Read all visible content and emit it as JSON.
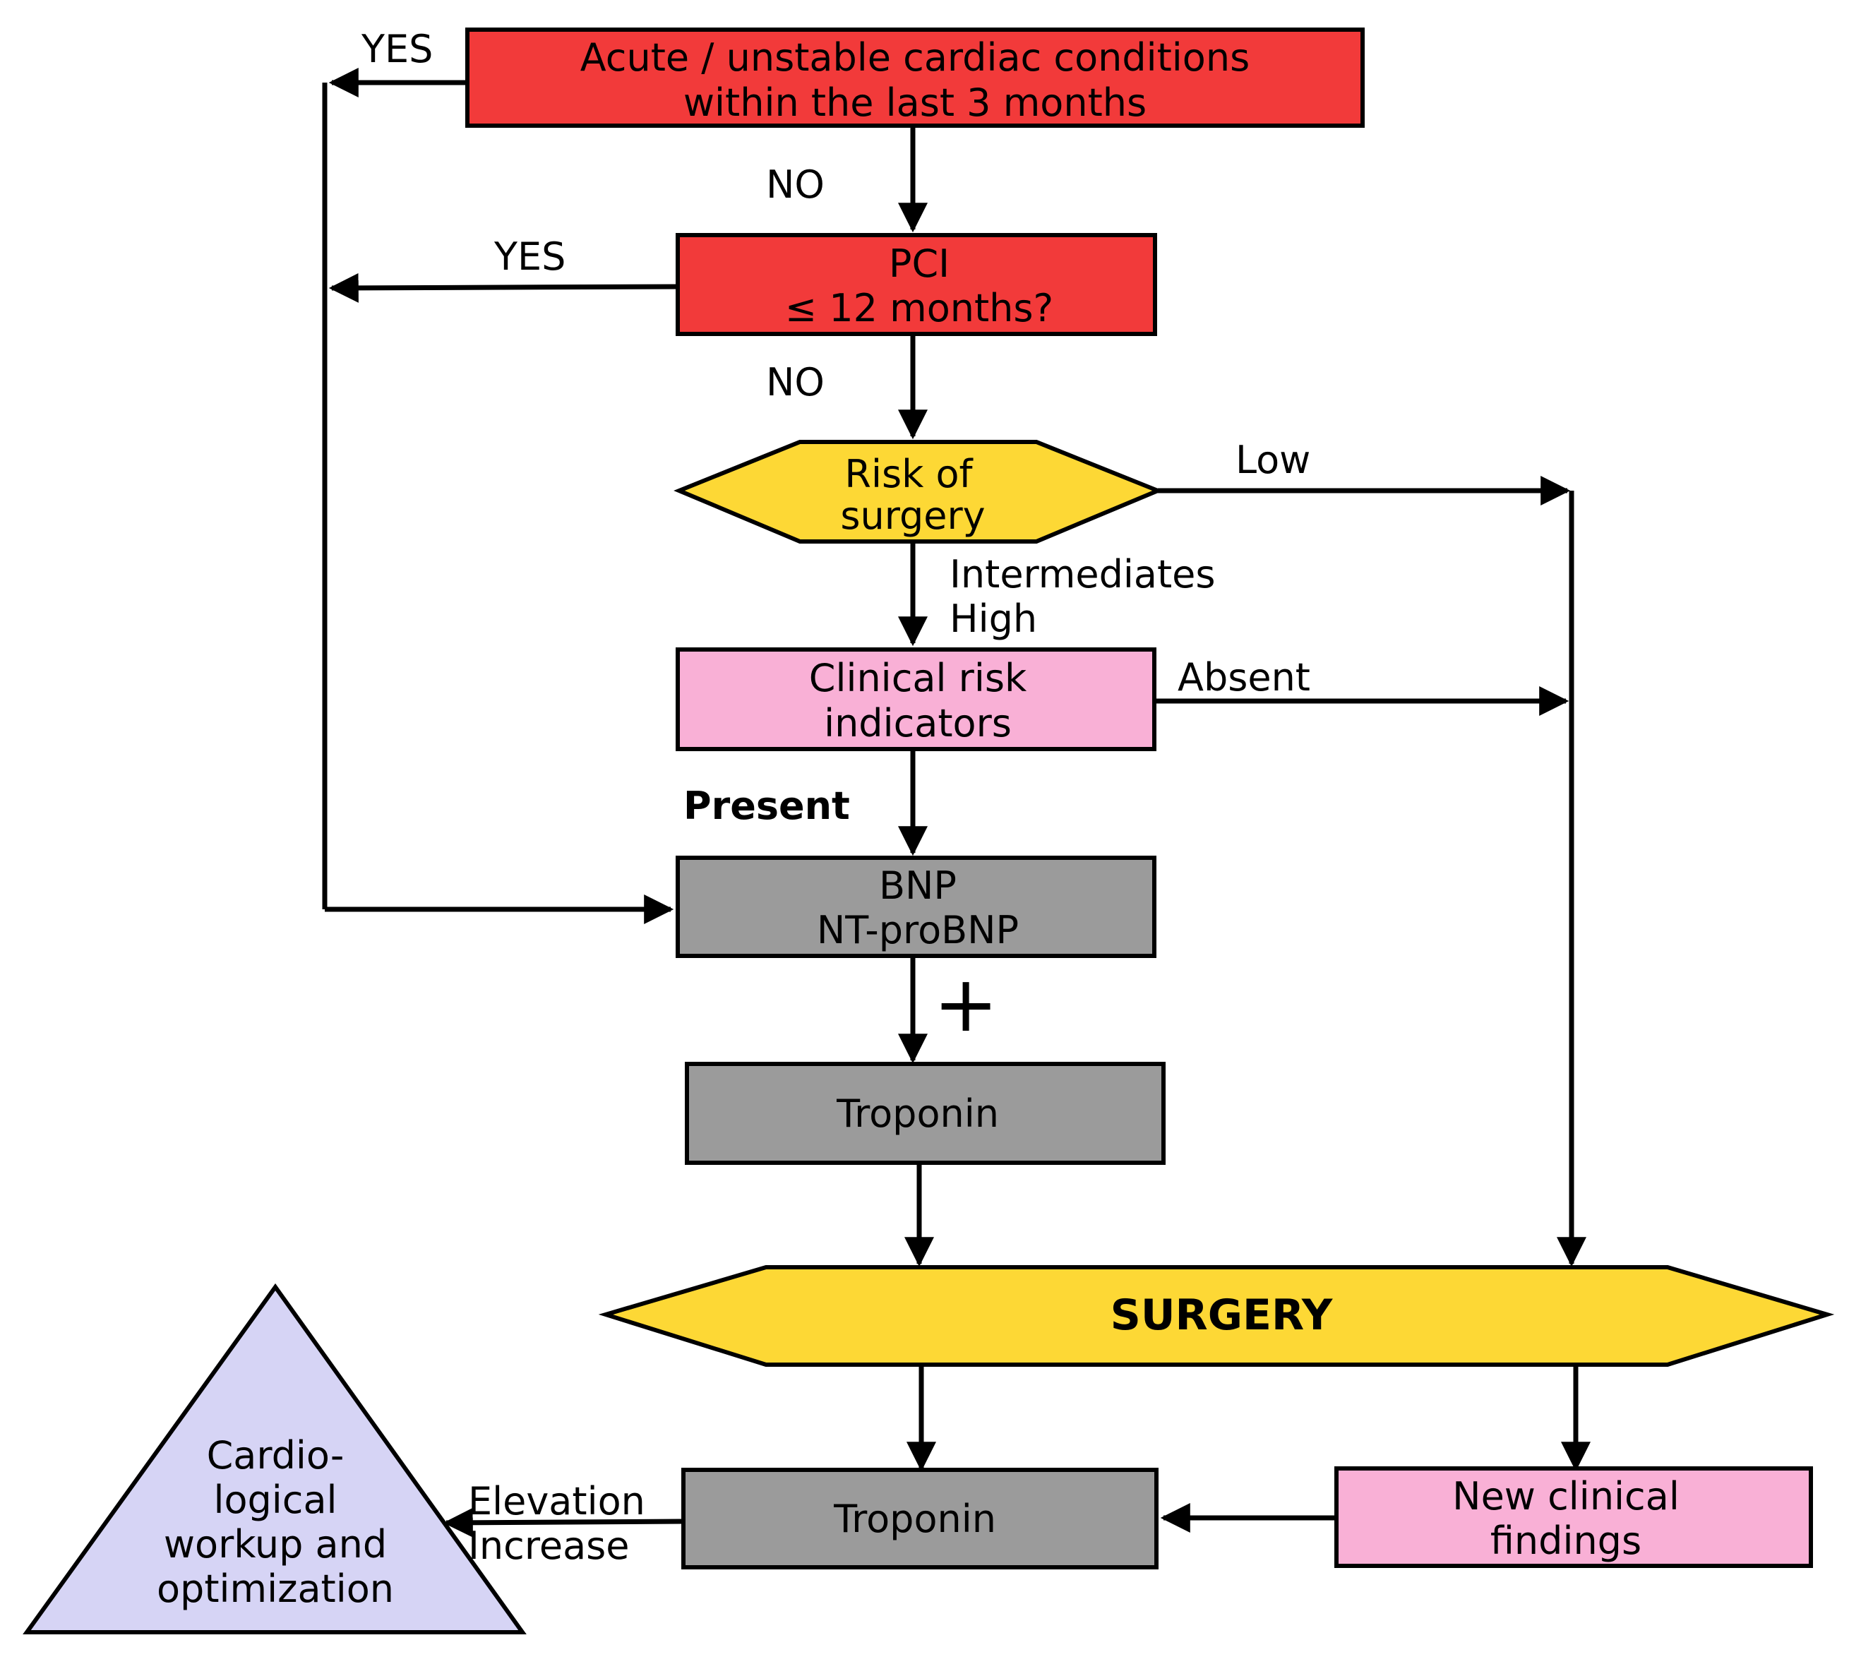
{
  "colors": {
    "red": "#f23a3a",
    "yellow": "#fdd835",
    "pink": "#f9b0d6",
    "gray": "#9b9b9b",
    "lavender": "#d6d4f5",
    "stroke": "#000000"
  },
  "nodes": {
    "acute": {
      "lines": [
        "Acute / unstable cardiac conditions",
        "within the last 3 months"
      ]
    },
    "pci": {
      "lines": [
        "PCI",
        "≤ 12 months?"
      ]
    },
    "risk_surgery": {
      "lines": [
        "Risk of",
        "surgery"
      ]
    },
    "clinical_risk": {
      "lines": [
        "Clinical risk",
        "indicators"
      ]
    },
    "bnp": {
      "lines": [
        "BNP",
        "NT-proBNP"
      ]
    },
    "troponin_pre": {
      "label": "Troponin"
    },
    "surgery": {
      "label": "SURGERY"
    },
    "troponin_post": {
      "label": "Troponin"
    },
    "new_findings": {
      "lines": [
        "New clinical",
        "findings"
      ]
    },
    "workup": {
      "lines": [
        "Cardio-",
        "logical",
        "workup and",
        "optimization"
      ]
    }
  },
  "edge_labels": {
    "acute_yes": "YES",
    "acute_no": "NO",
    "pci_yes": "YES",
    "pci_no": "NO",
    "risk_low": "Low",
    "risk_intermediates": "Intermediates",
    "risk_high": "High",
    "clinical_absent": "Absent",
    "clinical_present": "Present",
    "plus": "+",
    "elevation": "Elevation",
    "increase": "Increase"
  }
}
